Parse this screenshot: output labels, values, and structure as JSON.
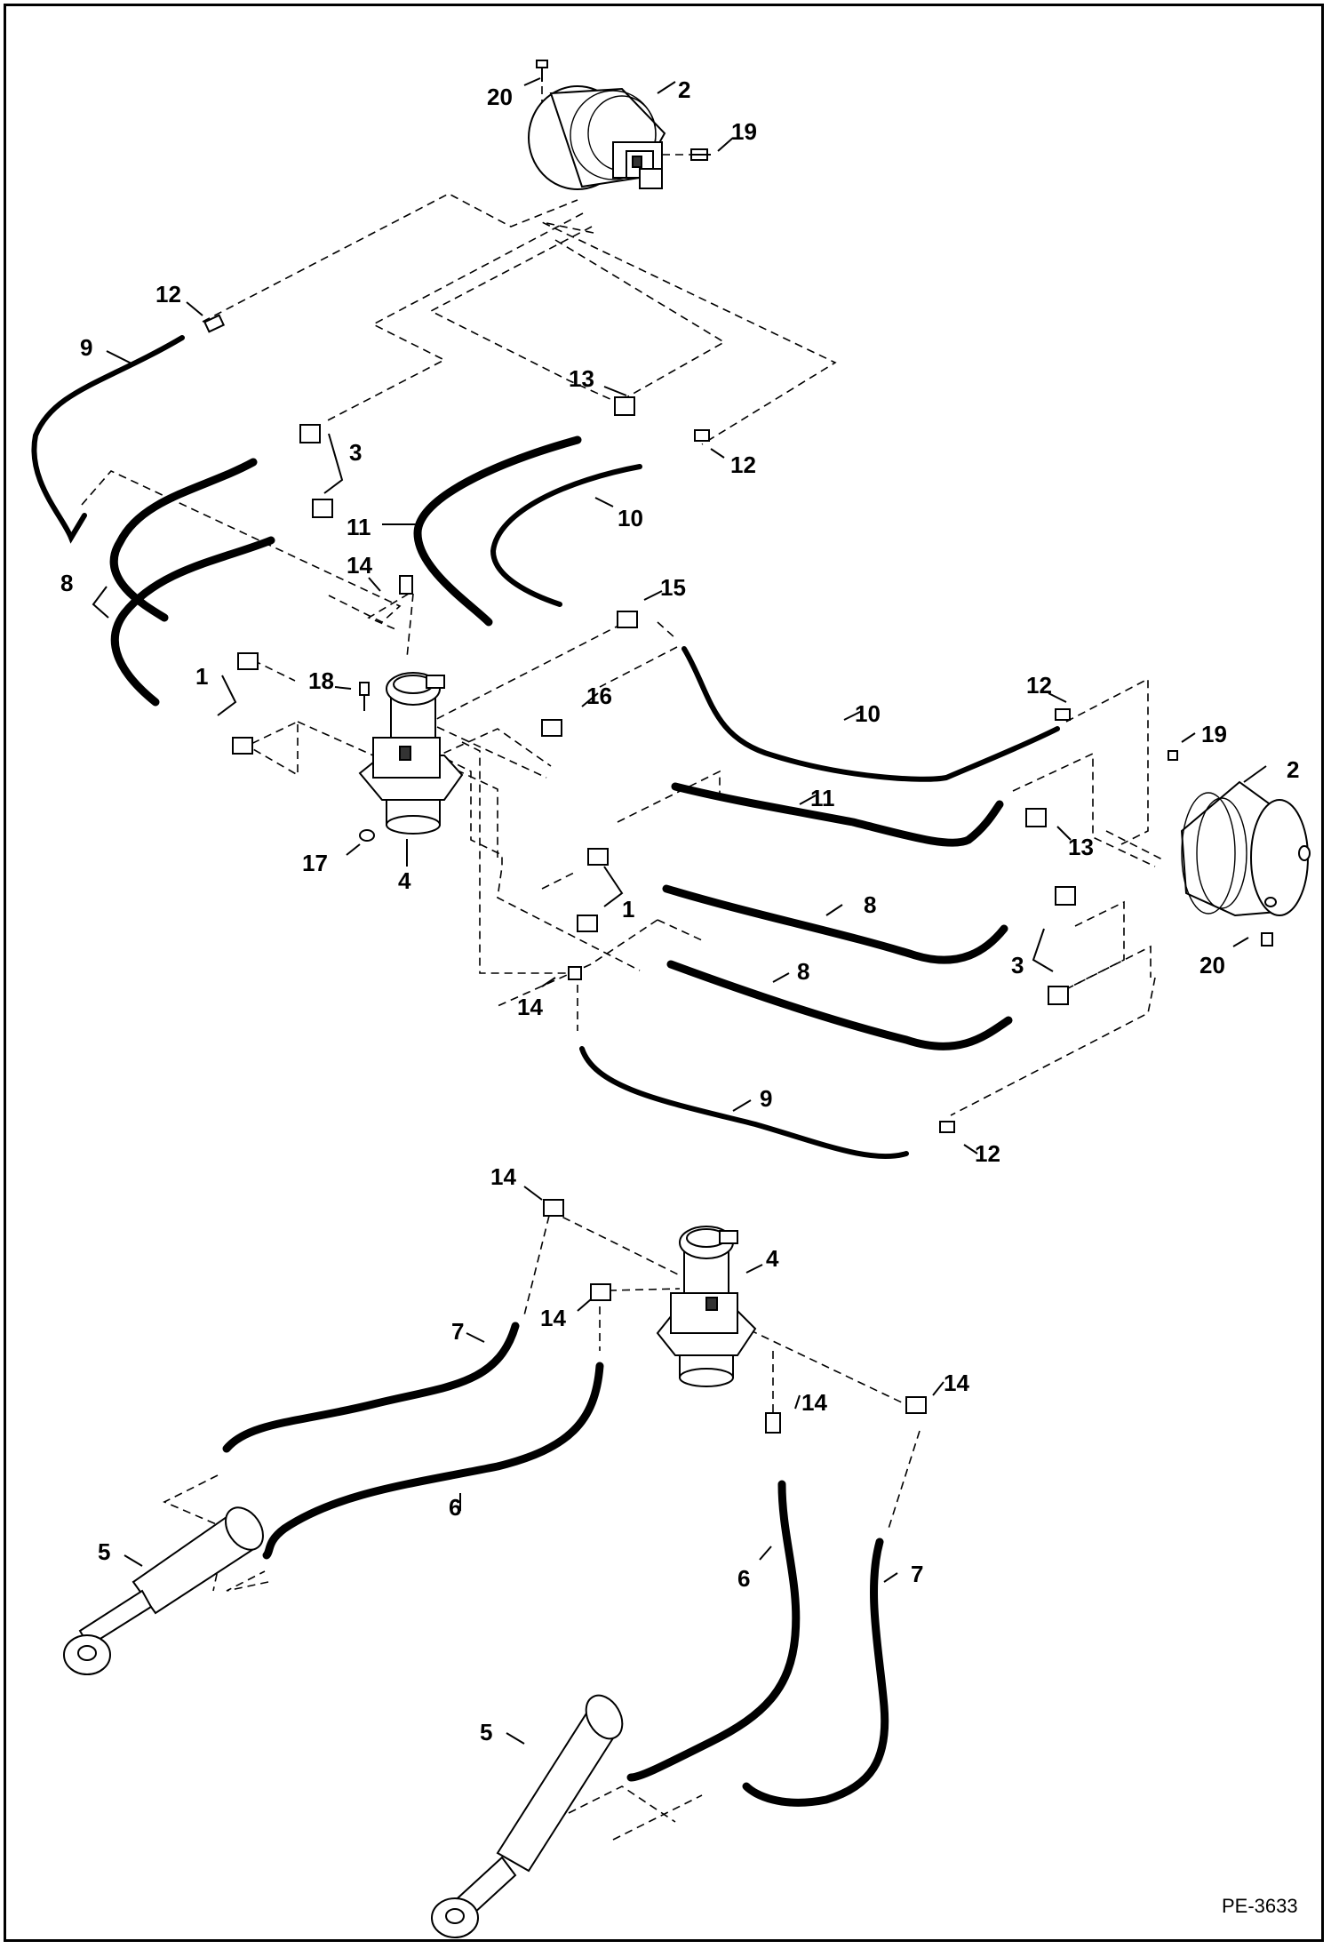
{
  "callouts": [
    {
      "id": "c20a",
      "text": "20"
    },
    {
      "id": "c2a",
      "text": "2"
    },
    {
      "id": "c19a",
      "text": "19"
    },
    {
      "id": "c12a",
      "text": "12"
    },
    {
      "id": "c9a",
      "text": "9"
    },
    {
      "id": "c13a",
      "text": "13"
    },
    {
      "id": "c3a",
      "text": "3"
    },
    {
      "id": "c12b",
      "text": "12"
    },
    {
      "id": "c11a",
      "text": "11"
    },
    {
      "id": "c10a",
      "text": "10"
    },
    {
      "id": "c8a",
      "text": "8"
    },
    {
      "id": "c14a",
      "text": "14"
    },
    {
      "id": "c15",
      "text": "15"
    },
    {
      "id": "c1a",
      "text": "1"
    },
    {
      "id": "c18",
      "text": "18"
    },
    {
      "id": "c16",
      "text": "16"
    },
    {
      "id": "c12c",
      "text": "12"
    },
    {
      "id": "c19b",
      "text": "19"
    },
    {
      "id": "c2b",
      "text": "2"
    },
    {
      "id": "c10b",
      "text": "10"
    },
    {
      "id": "c11b",
      "text": "11"
    },
    {
      "id": "c13b",
      "text": "13"
    },
    {
      "id": "c17",
      "text": "17"
    },
    {
      "id": "c4a",
      "text": "4"
    },
    {
      "id": "c1b",
      "text": "1"
    },
    {
      "id": "c8b",
      "text": "8"
    },
    {
      "id": "c8c",
      "text": "8"
    },
    {
      "id": "c3b",
      "text": "3"
    },
    {
      "id": "c20b",
      "text": "20"
    },
    {
      "id": "c14b",
      "text": "14"
    },
    {
      "id": "c9b",
      "text": "9"
    },
    {
      "id": "c12d",
      "text": "12"
    },
    {
      "id": "c14c",
      "text": "14"
    },
    {
      "id": "c4b",
      "text": "4"
    },
    {
      "id": "c7a",
      "text": "7"
    },
    {
      "id": "c14d",
      "text": "14"
    },
    {
      "id": "c14e",
      "text": "14"
    },
    {
      "id": "c14f",
      "text": "14"
    },
    {
      "id": "c5a",
      "text": "5"
    },
    {
      "id": "c6a",
      "text": "6"
    },
    {
      "id": "c6b",
      "text": "6"
    },
    {
      "id": "c7b",
      "text": "7"
    },
    {
      "id": "c5b",
      "text": "5"
    }
  ],
  "document_id": "PE-3633"
}
